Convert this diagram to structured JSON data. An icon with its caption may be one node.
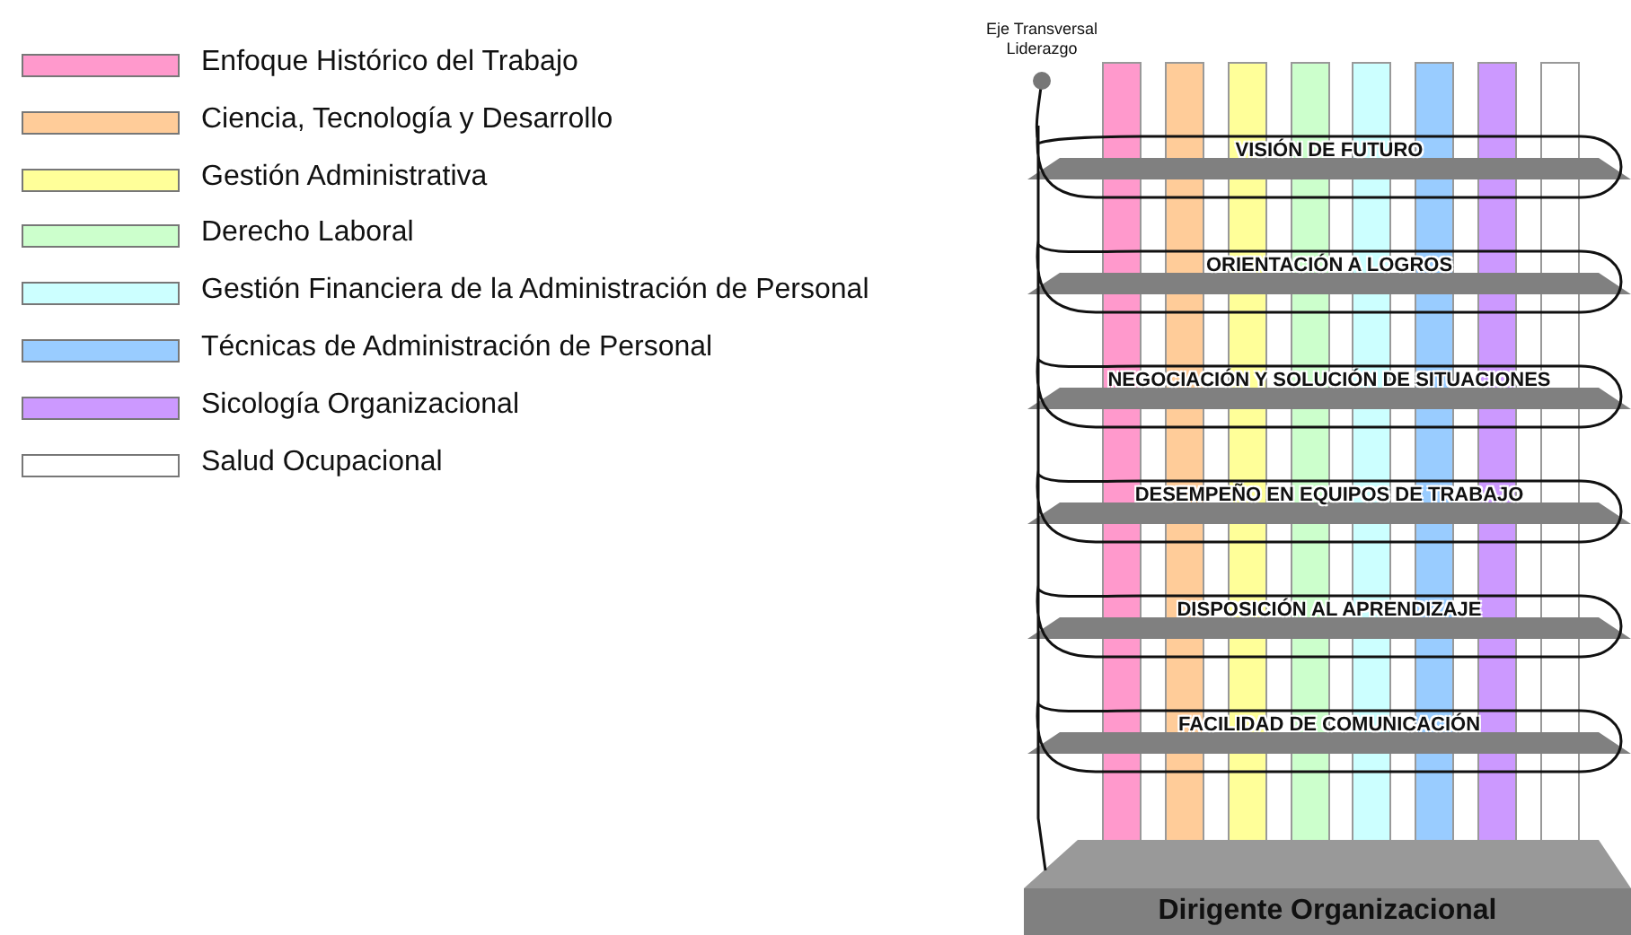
{
  "diagram": {
    "nodes": [
      {
        "text": [
          "VISIÓN DE FUTURO"
        ]
      },
      {
        "text": [
          "ORIENTACIÓN A LOGROS"
        ]
      },
      {
        "text": [
          "NEGOCIACIÓN Y SOLUCIÓN DE SITUACIONES"
        ]
      },
      {
        "text": [
          "DESEMPEÑO EN EQUIPOS DE TRABAJO"
        ]
      },
      {
        "text": [
          "DISPOSICIÓN AL APRENDIZAJE"
        ]
      },
      {
        "text": [
          "FACILIDAD DE COMUNICACIÓN"
        ]
      },
      {
        "text": [
          "Dirigente Organizacional"
        ]
      }
    ],
    "edges": [],
    "labels": [
      "Eje Transversal Liderazgo"
    ],
    "legend": [
      {
        "text": "Enfoque Histórico del Trabajo",
        "color": "#ff99cc"
      },
      {
        "text": "Ciencia, Tecnología y Desarrollo",
        "color": "#ffcc99"
      },
      {
        "text": "Gestión Administrativa",
        "color": "#ffff99"
      },
      {
        "text": "Derecho Laboral",
        "color": "#ccffcc"
      },
      {
        "text": "Gestión Financiera de la Administración de Personal",
        "color": "#ccffff"
      },
      {
        "text": "Técnicas de Administración de Personal",
        "color": "#99ccff"
      },
      {
        "text": "Sicología Organizacional",
        "color": "#cc99ff"
      },
      {
        "text": "Salud Ocupacional",
        "color": "#ffffff"
      }
    ]
  }
}
